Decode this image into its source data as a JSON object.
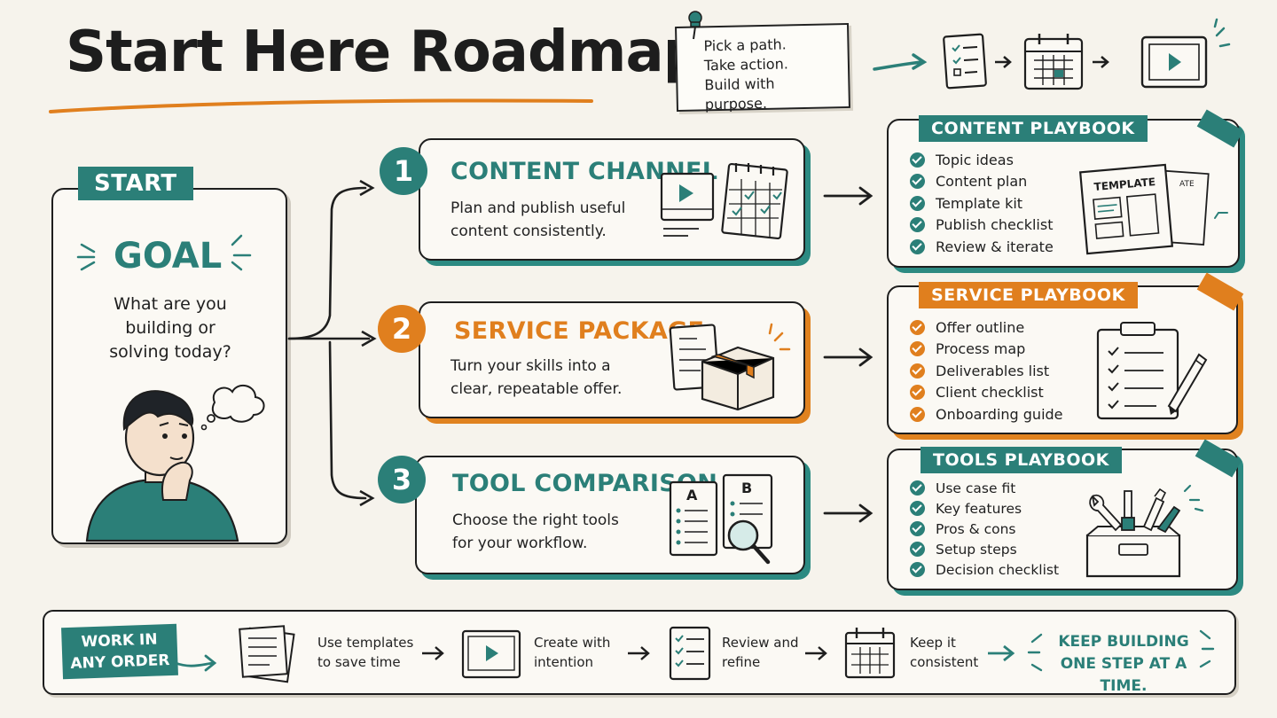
{
  "header": {
    "title": "Start Here Roadmap",
    "note_lines": [
      "Pick a path.",
      "Take action.",
      "Build with purpose."
    ]
  },
  "start_panel": {
    "tag": "START",
    "goal": "GOAL",
    "question_lines": [
      "What are you",
      "building or",
      "solving today?"
    ]
  },
  "steps": [
    {
      "number": "1",
      "title": "CONTENT CHANNEL",
      "desc_lines": [
        "Plan and publish useful",
        "content consistently."
      ],
      "color": "#2b7f78"
    },
    {
      "number": "2",
      "title": "SERVICE PACKAGE",
      "desc_lines": [
        "Turn your skills into a",
        "clear, repeatable offer."
      ],
      "color": "#e07f1e"
    },
    {
      "number": "3",
      "title": "TOOL COMPARISON",
      "desc_lines": [
        "Choose the right tools",
        "for your workflow."
      ],
      "color": "#2b7f78"
    }
  ],
  "playbooks": [
    {
      "title": "CONTENT PLAYBOOK",
      "items": [
        "Topic ideas",
        "Content plan",
        "Template kit",
        "Publish checklist",
        "Review & iterate"
      ],
      "template_label": "TEMPLATE",
      "template_label_back": "ATE",
      "color": "#2b7f78"
    },
    {
      "title": "SERVICE PLAYBOOK",
      "items": [
        "Offer outline",
        "Process map",
        "Deliverables list",
        "Client checklist",
        "Onboarding guide"
      ],
      "color": "#e07f1e"
    },
    {
      "title": "TOOLS PLAYBOOK",
      "items": [
        "Use case fit",
        "Key features",
        "Pros & cons",
        "Setup steps",
        "Decision checklist"
      ],
      "color": "#2b7f78"
    }
  ],
  "compare_labels": {
    "a": "A",
    "b": "B"
  },
  "footer": {
    "tag_lines": [
      "WORK IN",
      "ANY ORDER"
    ],
    "steps": [
      {
        "lines": [
          "Use templates",
          "to save time"
        ]
      },
      {
        "lines": [
          "Create with",
          "intention"
        ]
      },
      {
        "lines": [
          "Review and",
          "refine"
        ]
      },
      {
        "lines": [
          "Keep it",
          "consistent"
        ]
      }
    ],
    "closing_lines": [
      "KEEP BUILDING",
      "ONE STEP AT A TIME."
    ]
  },
  "colors": {
    "teal": "#2b7f78",
    "orange": "#e07f1e",
    "ink": "#1e1e1e",
    "paper": "#f6f3ec"
  }
}
